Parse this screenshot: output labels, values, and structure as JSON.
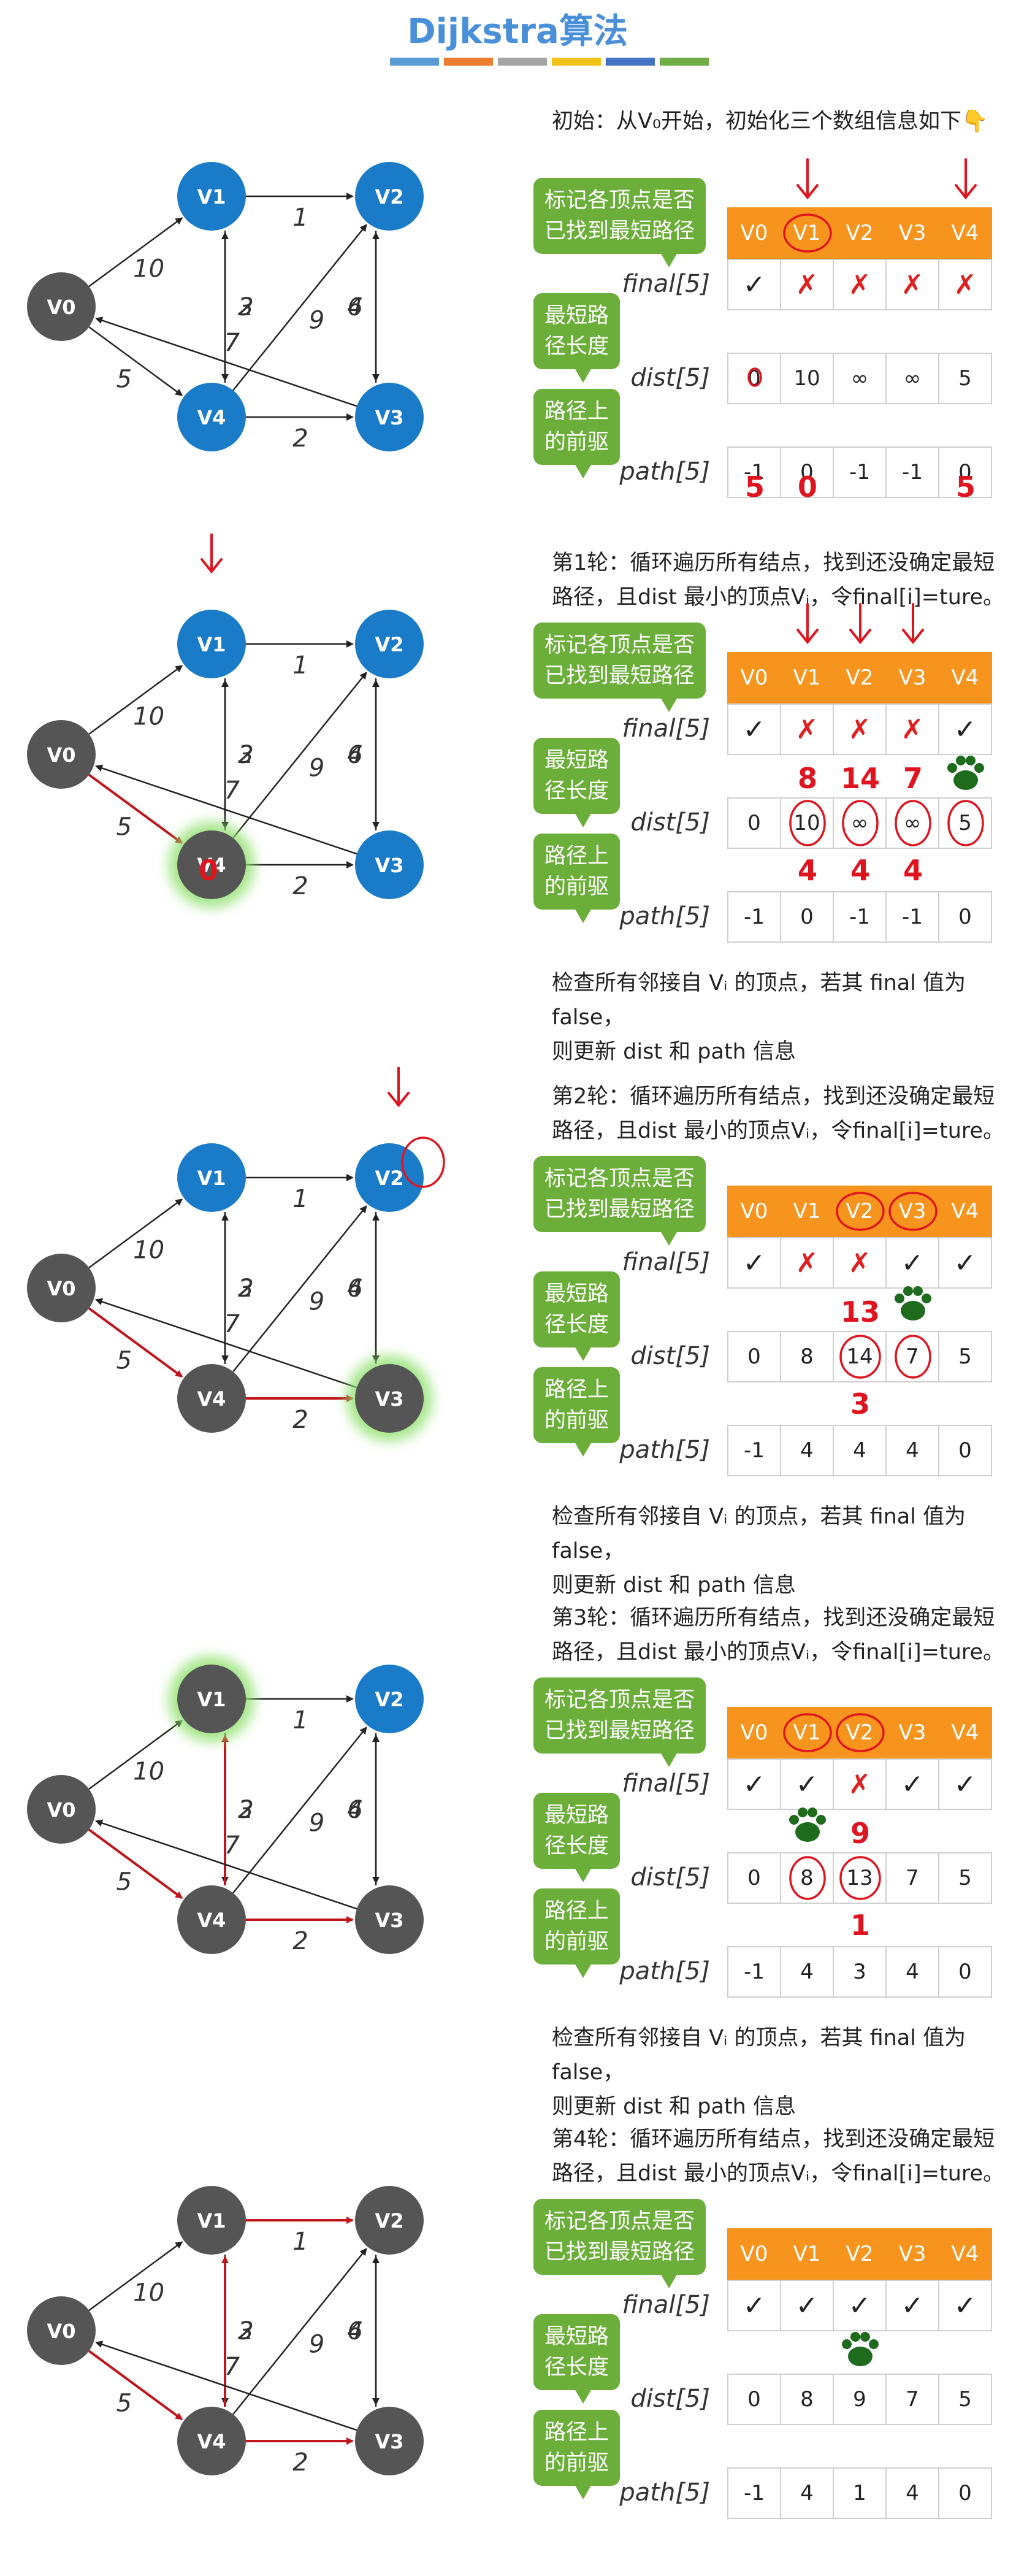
{
  "title": "Dijkstra算法",
  "accent_colors": [
    "#5b9bd5",
    "#ed7d31",
    "#a5a5a5",
    "#f2c318",
    "#4472c4",
    "#70ad47"
  ],
  "node_colors": {
    "done": "#555555",
    "pending": "#1a7cc9"
  },
  "labels": {
    "mark": "标记各顶点是否\n已找到最短路径",
    "dist": "最短路\n径长度",
    "path": "路径上\n的前驱"
  },
  "row_names": {
    "final": "final[5]",
    "dist": "dist[5]",
    "path": "path[5]"
  },
  "headers": [
    "V0",
    "V1",
    "V2",
    "V3",
    "V4"
  ],
  "graph": {
    "nodes": [
      "V0",
      "V1",
      "V2",
      "V3",
      "V4"
    ],
    "edges": [
      {
        "from": "V0",
        "to": "V1",
        "w": "10"
      },
      {
        "from": "V0",
        "to": "V4",
        "w": "5"
      },
      {
        "from": "V1",
        "to": "V2",
        "w": "1"
      },
      {
        "from": "V1",
        "to": "V4",
        "w": "2"
      },
      {
        "from": "V4",
        "to": "V1",
        "w": "3"
      },
      {
        "from": "V4",
        "to": "V2",
        "w": "9"
      },
      {
        "from": "V4",
        "to": "V3",
        "w": "2"
      },
      {
        "from": "V3",
        "to": "V2",
        "w": "4"
      },
      {
        "from": "V2",
        "to": "V3",
        "w": "6"
      },
      {
        "from": "V3",
        "to": "V0",
        "w": "7"
      }
    ]
  },
  "steps": [
    {
      "desc": "初始：从V₀开始，初始化三个数组信息如下👇",
      "final": [
        "✓",
        "✗",
        "✗",
        "✗",
        "✗"
      ],
      "dist": [
        "0",
        "10",
        "∞",
        "∞",
        "5"
      ],
      "path": [
        "-1",
        "0",
        "-1",
        "-1",
        "0"
      ],
      "done": [
        "V0"
      ],
      "check_note": ""
    },
    {
      "desc": "第1轮：循环遍历所有结点，找到还没确定最短\n路径，且dist 最小的顶点Vᵢ，令final[i]=ture。",
      "final": [
        "✓",
        "✗",
        "✗",
        "✗",
        "✓"
      ],
      "dist": [
        "0",
        "10",
        "∞",
        "∞",
        "5"
      ],
      "path": [
        "-1",
        "0",
        "-1",
        "-1",
        "0"
      ],
      "done": [
        "V0",
        "V4"
      ],
      "check_note": "检查所有邻接自 Vᵢ 的顶点，若其 final 值为false，\n则更新 dist 和 path 信息"
    },
    {
      "desc": "第2轮：循环遍历所有结点，找到还没确定最短\n路径，且dist 最小的顶点Vᵢ，令final[i]=ture。",
      "final": [
        "✓",
        "✗",
        "✗",
        "✓",
        "✓"
      ],
      "dist": [
        "0",
        "8",
        "14",
        "7",
        "5"
      ],
      "path": [
        "-1",
        "4",
        "4",
        "4",
        "0"
      ],
      "done": [
        "V0",
        "V4",
        "V3"
      ],
      "check_note": "检查所有邻接自 Vᵢ 的顶点，若其 final 值为false，\n则更新 dist 和 path 信息"
    },
    {
      "desc": "第3轮：循环遍历所有结点，找到还没确定最短\n路径，且dist 最小的顶点Vᵢ，令final[i]=ture。",
      "final": [
        "✓",
        "✓",
        "✗",
        "✓",
        "✓"
      ],
      "dist": [
        "0",
        "8",
        "13",
        "7",
        "5"
      ],
      "path": [
        "-1",
        "4",
        "3",
        "4",
        "0"
      ],
      "done": [
        "V0",
        "V4",
        "V3",
        "V1"
      ],
      "check_note": "检查所有邻接自 Vᵢ 的顶点，若其 final 值为false，\n则更新 dist 和 path 信息"
    },
    {
      "desc": "第4轮：循环遍历所有结点，找到还没确定最短\n路径，且dist 最小的顶点Vᵢ，令final[i]=ture。",
      "final": [
        "✓",
        "✓",
        "✓",
        "✓",
        "✓"
      ],
      "dist": [
        "0",
        "8",
        "9",
        "7",
        "5"
      ],
      "path": [
        "-1",
        "4",
        "1",
        "4",
        "0"
      ],
      "done": [
        "V0",
        "V4",
        "V3",
        "V1",
        "V2"
      ],
      "check_note": ""
    }
  ],
  "annotations": {
    "s1_dist": [
      "8",
      "14",
      "7"
    ],
    "s1_path": [
      "4",
      "4",
      "4"
    ],
    "s2_dist": "13",
    "s2_path": "3",
    "s3_dist": "9",
    "s3_path": "1",
    "s0_pathmarks": [
      "5",
      "0",
      "5"
    ]
  }
}
